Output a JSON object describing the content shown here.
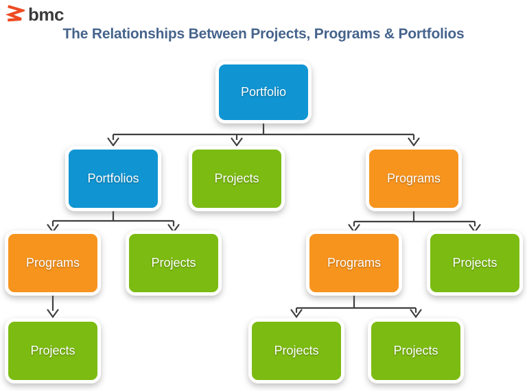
{
  "header": {
    "logo_text": "bmc",
    "title": "The Relationships Between Projects, Programs & Portfolios"
  },
  "colors": {
    "blue": "#1095D2",
    "green": "#7CBB12",
    "orange": "#F7941E",
    "connector": "#3F3F3F",
    "title_text": "#46648C",
    "logo_mark": "#EE4B23",
    "logo_text_color": "#3B3B3B"
  },
  "diagram": {
    "nodes": [
      {
        "id": "portfolio-l1",
        "label": "Portfolio",
        "color": "blue",
        "level": 1
      },
      {
        "id": "portfolios-l2",
        "label": "Portfolios",
        "color": "blue",
        "level": 2
      },
      {
        "id": "projects-l2",
        "label": "Projects",
        "color": "green",
        "level": 2
      },
      {
        "id": "programs-l2",
        "label": "Programs",
        "color": "orange",
        "level": 2
      },
      {
        "id": "programs-l3a",
        "label": "Programs",
        "color": "orange",
        "level": 3
      },
      {
        "id": "projects-l3a",
        "label": "Projects",
        "color": "green",
        "level": 3
      },
      {
        "id": "programs-l3b",
        "label": "Programs",
        "color": "orange",
        "level": 3
      },
      {
        "id": "projects-l3b",
        "label": "Projects",
        "color": "green",
        "level": 3
      },
      {
        "id": "projects-l4a",
        "label": "Projects",
        "color": "green",
        "level": 4
      },
      {
        "id": "projects-l4b",
        "label": "Projects",
        "color": "green",
        "level": 4
      },
      {
        "id": "projects-l4c",
        "label": "Projects",
        "color": "green",
        "level": 4
      }
    ],
    "edges": [
      {
        "from": "portfolio-l1",
        "to": "portfolios-l2"
      },
      {
        "from": "portfolio-l1",
        "to": "projects-l2"
      },
      {
        "from": "portfolio-l1",
        "to": "programs-l2"
      },
      {
        "from": "portfolios-l2",
        "to": "programs-l3a"
      },
      {
        "from": "portfolios-l2",
        "to": "projects-l3a"
      },
      {
        "from": "programs-l3a",
        "to": "projects-l4a"
      },
      {
        "from": "programs-l2",
        "to": "programs-l3b"
      },
      {
        "from": "programs-l2",
        "to": "projects-l3b"
      },
      {
        "from": "programs-l3b",
        "to": "projects-l4b"
      },
      {
        "from": "programs-l3b",
        "to": "projects-l4c"
      }
    ]
  }
}
